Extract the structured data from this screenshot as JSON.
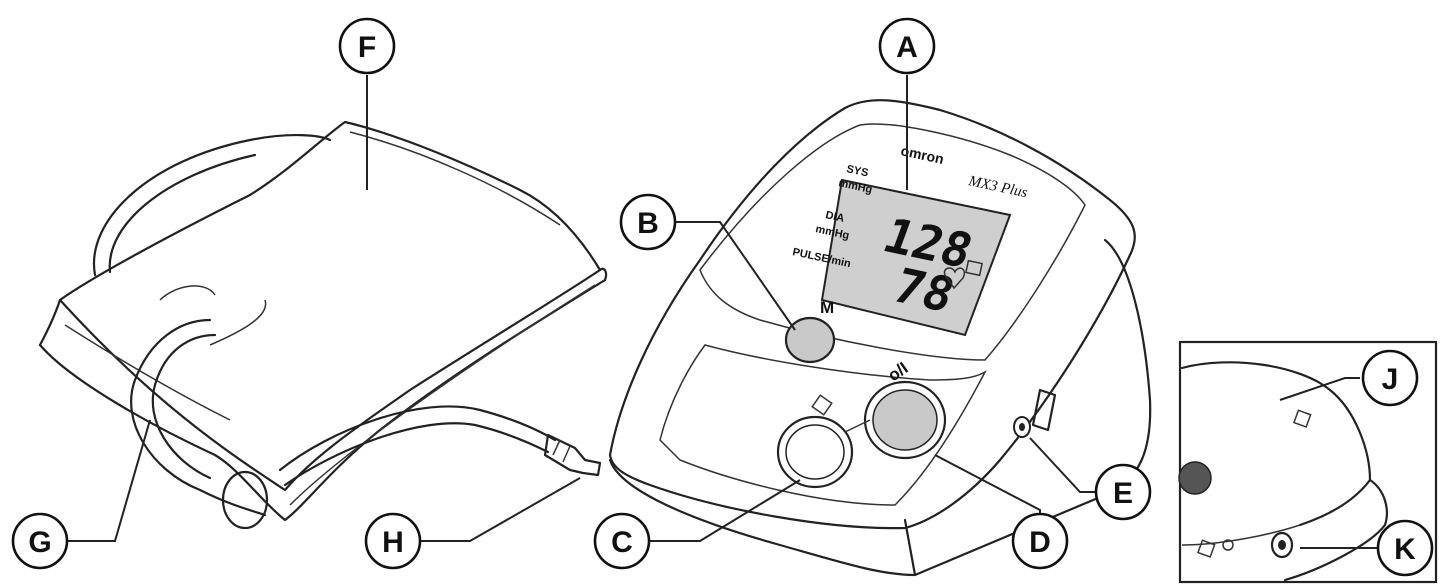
{
  "callouts": {
    "A": "A",
    "B": "B",
    "C": "C",
    "D": "D",
    "E": "E",
    "F": "F",
    "G": "G",
    "H": "H",
    "J": "J",
    "K": "K"
  },
  "device": {
    "brand": "omron",
    "model": "MX3 Plus",
    "sys_label": "SYS",
    "sys_unit": "mmHg",
    "dia_label": "DIA",
    "dia_unit": "mmHg",
    "pulse_label": "PULSE/min",
    "display_sys": "128",
    "display_dia": "78",
    "memory_button_label": "M",
    "power_button_label": "o/I"
  }
}
